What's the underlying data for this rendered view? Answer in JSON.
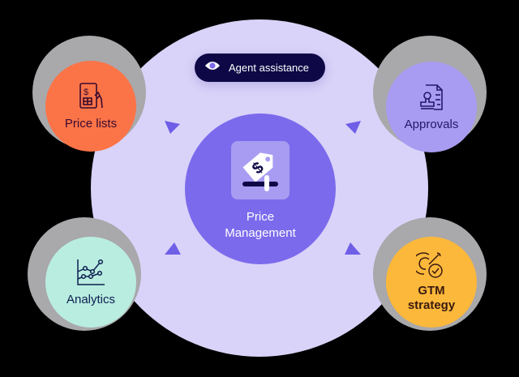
{
  "diagram": {
    "title": "Price Management",
    "center": {
      "label_line1": "Price",
      "label_line2": "Management",
      "icon": "price-tag-slider-icon",
      "color": "#7c6aec"
    },
    "badge": {
      "label": "Agent assistance",
      "icon": "eye-icon",
      "color": "#0e0846"
    },
    "nodes": [
      {
        "id": "price-lists",
        "label": "Price lists",
        "icon": "price-list-hand-icon",
        "color": "#fb7448",
        "text_color": "#3a0a2e"
      },
      {
        "id": "approvals",
        "label": "Approvals",
        "icon": "stamp-document-icon",
        "color": "#a89cf2",
        "text_color": "#24176a"
      },
      {
        "id": "analytics",
        "label": "Analytics",
        "icon": "line-chart-icon",
        "color": "#b9eddf",
        "text_color": "#0d1e52"
      },
      {
        "id": "gtm-strategy",
        "label_line1": "GTM",
        "label_line2": "strategy",
        "icon": "target-check-icon",
        "color": "#fcb83a",
        "text_color": "#3a1a10"
      }
    ],
    "arrows": [
      "top-left",
      "top-right",
      "bottom-left",
      "bottom-right"
    ],
    "colors": {
      "outer_circle": "#d9d3f9",
      "arrow": "#6f5ee6",
      "shadow": "#a9a8ab"
    }
  }
}
